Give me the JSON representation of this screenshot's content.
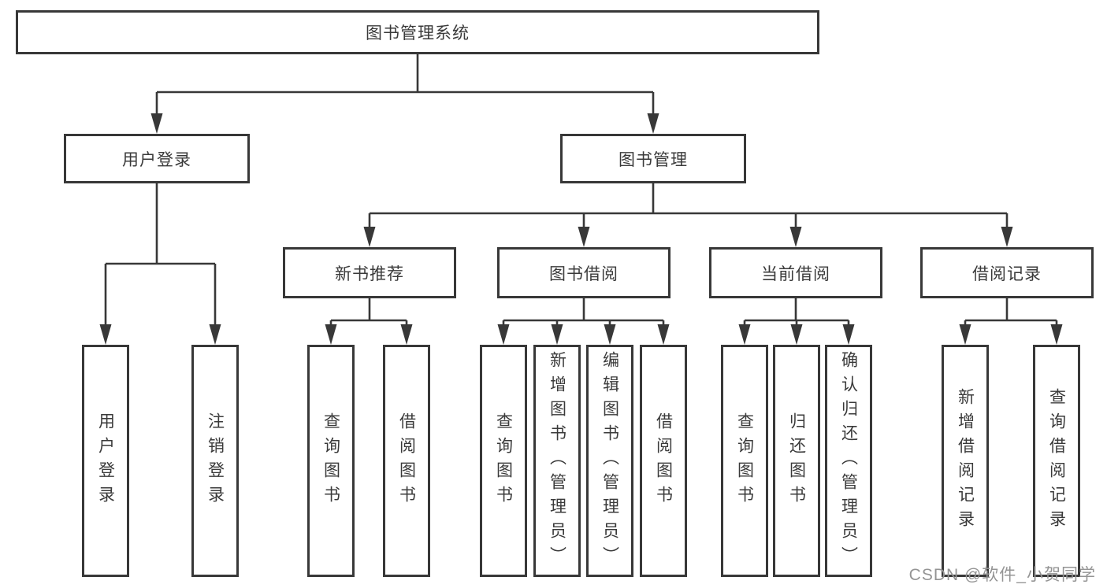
{
  "diagram": {
    "type": "tree",
    "root": {
      "label": "图书管理系统"
    },
    "level2": [
      {
        "label": "用户登录"
      },
      {
        "label": "图书管理"
      }
    ],
    "level3": [
      {
        "label": "新书推荐",
        "parent": "图书管理"
      },
      {
        "label": "图书借阅",
        "parent": "图书管理"
      },
      {
        "label": "当前借阅",
        "parent": "图书管理"
      },
      {
        "label": "借阅记录",
        "parent": "图书管理"
      }
    ],
    "groups": [
      {
        "parent": "用户登录",
        "items": [
          "用户登录",
          "注销登录"
        ]
      },
      {
        "parent": "新书推荐",
        "items": [
          "查询图书",
          "借阅图书"
        ]
      },
      {
        "parent": "图书借阅",
        "items": [
          "查询图书",
          "新增图书（管理员）",
          "编辑图书（管理员）",
          "借阅图书"
        ]
      },
      {
        "parent": "当前借阅",
        "items": [
          "查询图书",
          "归还图书",
          "确认归还（管理员）"
        ]
      },
      {
        "parent": "借阅记录",
        "items": [
          "新增借阅记录",
          "查询借阅记录"
        ]
      }
    ],
    "colors": {
      "line": "#383838",
      "box_border": "#383838",
      "text": "#3a3a3a",
      "background": "#ffffff",
      "watermark_text_color": "#949494"
    }
  },
  "watermark": {
    "text": "CSDN @软件_小贺同学"
  }
}
